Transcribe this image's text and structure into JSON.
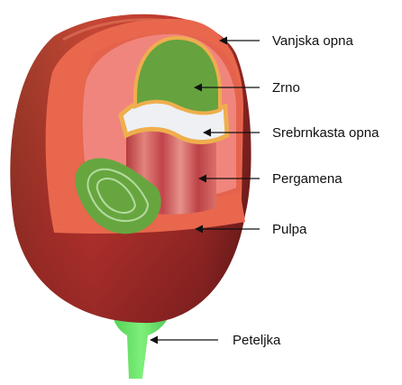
{
  "labels": {
    "outer_skin": "Vanjska opna",
    "bean": "Zrno",
    "silver_skin": "Srebrnkasta opna",
    "parchment": "Pergamena",
    "pulp": "Pulpa",
    "stem": "Peteljka"
  },
  "colors": {
    "skin_dark": "#7a1f20",
    "skin_mid": "#b8352e",
    "skin_light": "#d9603f",
    "pulp": "#e9684f",
    "inner_cavity": "#f08a82",
    "bean": "#67a33e",
    "silver_skin": "#eef0f4",
    "parchment_band": "#efae4d",
    "parchment_body": "#c9494a",
    "stem": "#6be16a",
    "arrow": "#111111"
  }
}
